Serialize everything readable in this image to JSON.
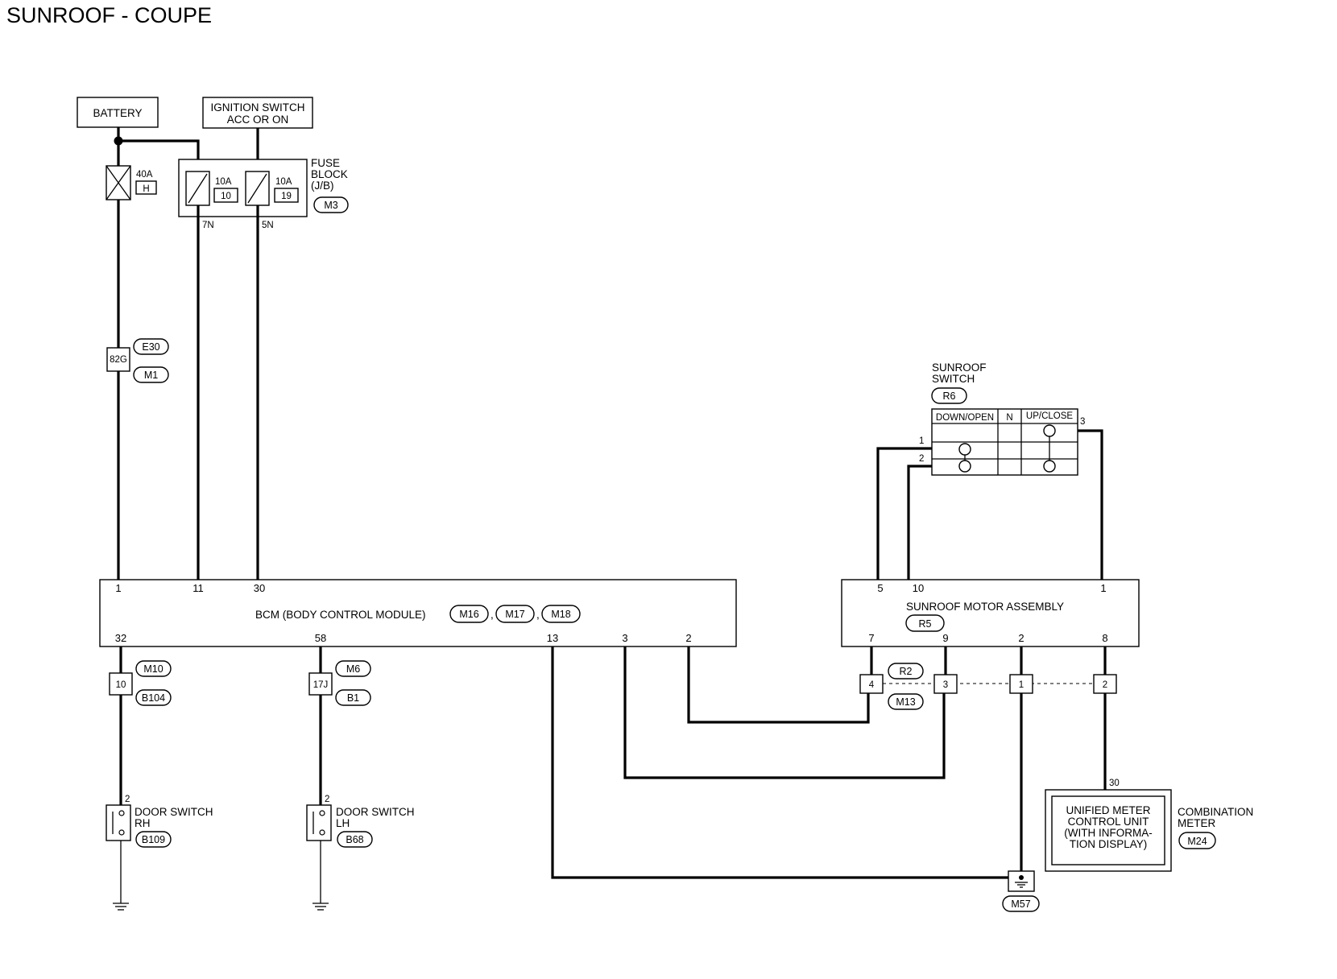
{
  "title": "SUNROOF - COUPE",
  "sources": {
    "battery": "BATTERY",
    "ignition_line1": "IGNITION SWITCH",
    "ignition_line2": "ACC OR ON"
  },
  "fusible_link": {
    "rating": "40A",
    "id": "H"
  },
  "fuse_block": {
    "label_line1": "FUSE",
    "label_line2": "BLOCK",
    "label_line3": "(J/B)",
    "connector": "M3",
    "fuses": [
      {
        "rating": "10A",
        "number": "10",
        "terminal": "7N"
      },
      {
        "rating": "10A",
        "number": "19",
        "terminal": "5N"
      }
    ]
  },
  "inline_connectors": {
    "e30_m1": {
      "pin": "82G",
      "top": "E30",
      "bottom": "M1"
    },
    "m10_b104": {
      "pin": "10",
      "top": "M10",
      "bottom": "B104"
    },
    "m6_b1": {
      "pin": "17J",
      "top": "M6",
      "bottom": "B1"
    },
    "r2_m13": {
      "top": "R2",
      "bottom": "M13",
      "pins": [
        "4",
        "3",
        "1",
        "2"
      ]
    }
  },
  "bcm": {
    "label": "BCM (BODY CONTROL MODULE)",
    "connectors": [
      "M16",
      "M17",
      "M18"
    ],
    "sep1": ",",
    "sep2": ",",
    "top_pins": [
      "1",
      "11",
      "30"
    ],
    "bottom_pins": [
      "32",
      "58",
      "13",
      "3",
      "2"
    ]
  },
  "sunroof_switch": {
    "label_line1": "SUNROOF",
    "label_line2": "SWITCH",
    "connector": "R6",
    "positions": [
      "DOWN/OPEN",
      "N",
      "UP/CLOSE"
    ],
    "pins": [
      "1",
      "2",
      "3"
    ]
  },
  "sunroof_motor": {
    "label": "SUNROOF MOTOR ASSEMBLY",
    "connector": "R5",
    "top_pins": [
      "5",
      "10",
      "1"
    ],
    "bottom_pins": [
      "7",
      "9",
      "2",
      "8"
    ]
  },
  "door_switch_rh": {
    "label_line1": "DOOR SWITCH",
    "label_line2": "RH",
    "connector": "B109",
    "pin": "2"
  },
  "door_switch_lh": {
    "label_line1": "DOOR SWITCH",
    "label_line2": "LH",
    "connector": "B68",
    "pin": "2"
  },
  "combination_meter": {
    "pin": "30",
    "inner_line1": "UNIFIED METER",
    "inner_line2": "CONTROL UNIT",
    "inner_line3": "(WITH INFORMA-",
    "inner_line4": "TION DISPLAY)",
    "label_line1": "COMBINATION",
    "label_line2": "METER",
    "connector": "M24"
  },
  "ground": {
    "connector": "M57"
  }
}
